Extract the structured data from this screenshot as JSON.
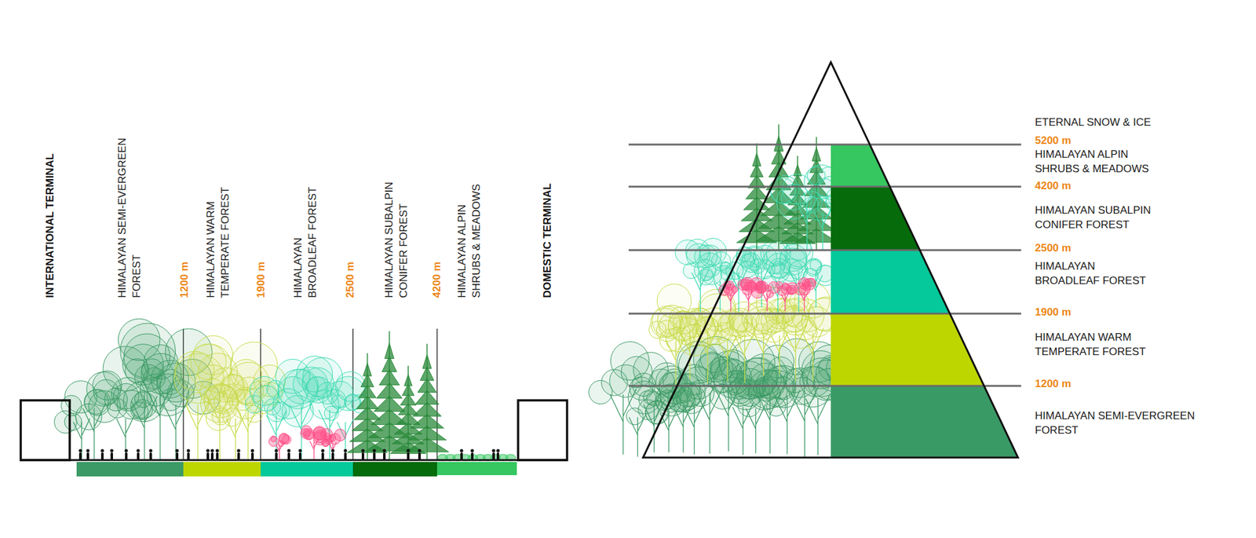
{
  "diagram": {
    "labels": [
      "INTERNATIONAL TERMINAL",
      "HIMALAYAN SEMI-EVERGREEN FOREST",
      "1200 m",
      "HIMALAYAN WARM TEMPERATE FOREST",
      "1900 m",
      "HIMALAYAN BROADLEAF FOREST",
      "2500 m",
      "HIMALAYAN SUBALPIN CONIFER FOREST",
      "4200 m",
      "HIMALAYAN ALPIN SHRUBS & MEADOWS",
      "DOMESTIC TERMINAL",
      "ETERNAL SNOW & ICE",
      "5200 m",
      "HIMALAYAN ALPIN SHRUBS & MEADOWS",
      "4200 m",
      "HIMALAYAN SUBALPIN CONIFER FOREST",
      "2500 m",
      "HIMALAYAN BROADLEAF FOREST",
      "1900 m",
      "HIMALAYAN WARM TEMPERATE FOREST",
      "1200 m",
      "HIMALAYAN SEMI-EVERGREEN FOREST"
    ]
  }
}
